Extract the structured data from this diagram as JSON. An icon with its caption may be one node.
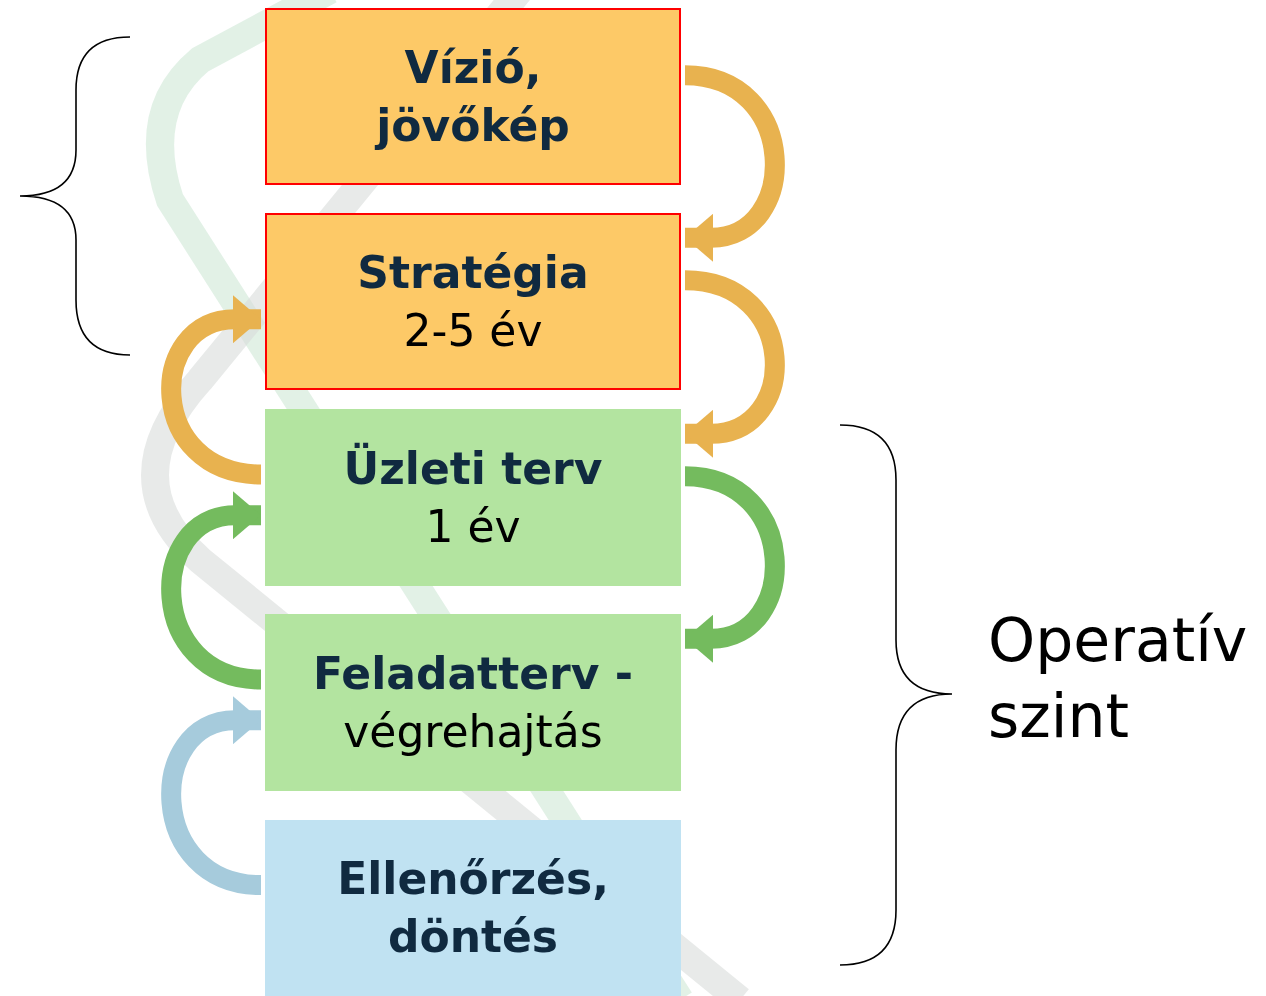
{
  "diagram": {
    "nodes": [
      {
        "text": [
          "Vízió, jövőkép"
        ]
      },
      {
        "text": [
          "Stratégia",
          "2-5 év"
        ]
      },
      {
        "text": [
          "Üzleti terv",
          "1 év"
        ]
      },
      {
        "text": [
          "Feladatterv -",
          "végrehajtás"
        ]
      },
      {
        "text": [
          "Ellenőrzés, döntés"
        ]
      }
    ],
    "edges": [
      {
        "from": 0,
        "to": 1,
        "arrow": "to",
        "color": "#e8b24f"
      },
      {
        "from": 1,
        "to": 2,
        "arrow": "to",
        "color": "#e8b24f"
      },
      {
        "from": 2,
        "to": 1,
        "arrow": "to",
        "color": "#e8b24f"
      },
      {
        "from": 2,
        "to": 3,
        "arrow": "to",
        "color": "#74bb5e"
      },
      {
        "from": 3,
        "to": 2,
        "arrow": "to",
        "color": "#74bb5e"
      },
      {
        "from": 4,
        "to": 3,
        "arrow": "to",
        "color": "#a6cbdc"
      }
    ],
    "labels": [
      "Operatív szint"
    ]
  }
}
